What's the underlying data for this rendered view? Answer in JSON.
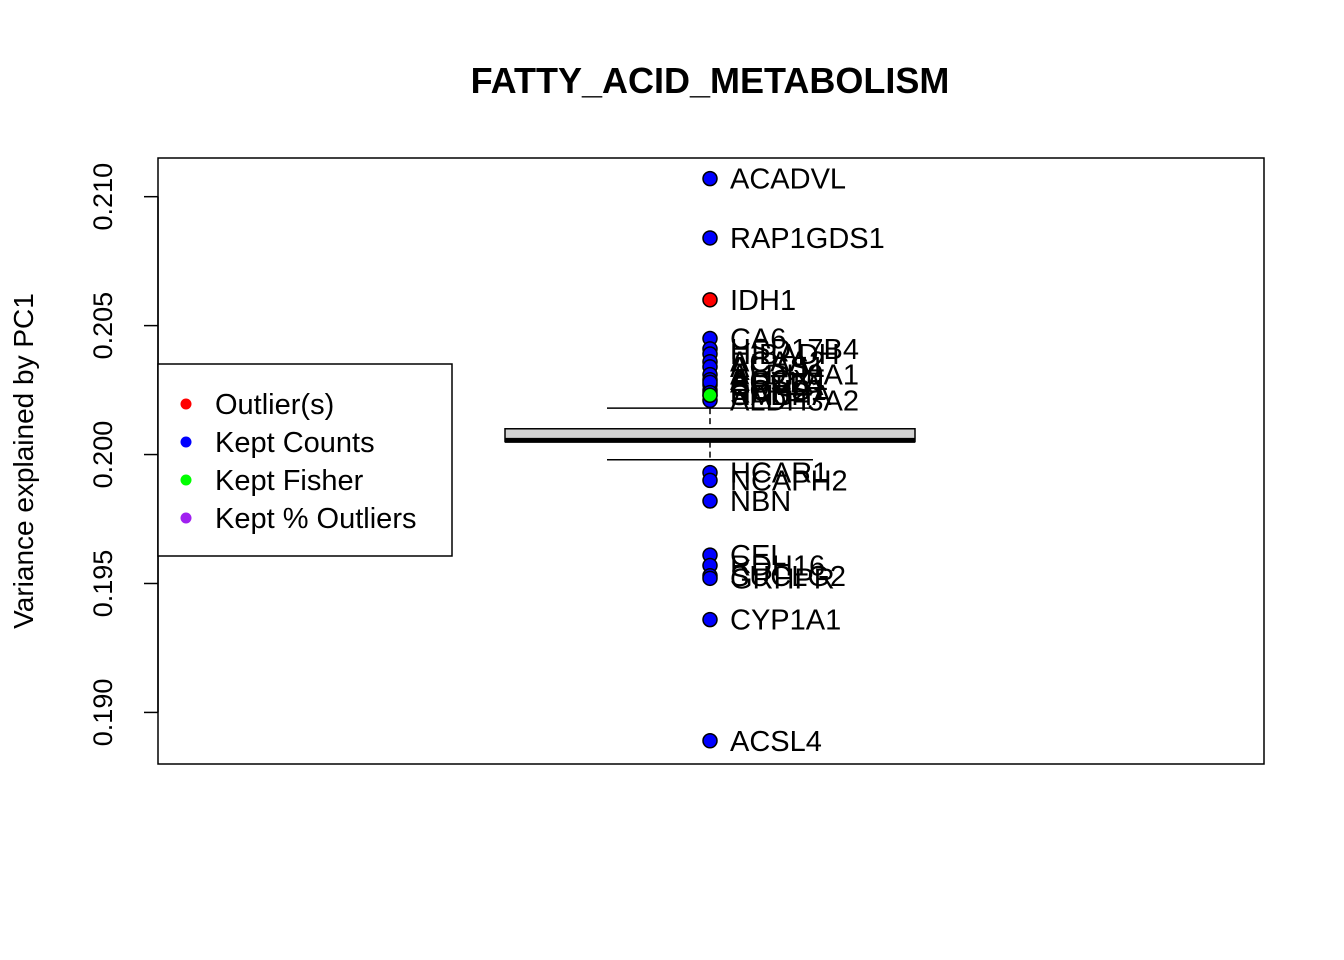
{
  "chart_data": {
    "type": "boxplot",
    "title": "FATTY_ACID_METABOLISM",
    "xlabel": "",
    "ylabel": "Variance explained by PC1",
    "ylim": [
      0.188,
      0.2115
    ],
    "y_ticks": [
      "0.190",
      "0.195",
      "0.200",
      "0.205",
      "0.210"
    ],
    "box": {
      "whisker_low": 0.1998,
      "q1": 0.2005,
      "median": 0.20055,
      "q3": 0.201,
      "whisker_high": 0.2018
    },
    "legend": {
      "position": "left",
      "entries": [
        {
          "label": "Outlier(s)",
          "color": "#ff0000"
        },
        {
          "label": "Kept Counts",
          "color": "#0000ff"
        },
        {
          "label": "Kept Fisher",
          "color": "#00ff00"
        },
        {
          "label": "Kept % Outliers",
          "color": "#a020f0"
        }
      ]
    },
    "points": [
      {
        "label": "ACADVL",
        "y": 0.2107,
        "color": "#0000ff"
      },
      {
        "label": "RAP1GDS1",
        "y": 0.2084,
        "color": "#0000ff"
      },
      {
        "label": "IDH1",
        "y": 0.206,
        "color": "#ff0000"
      },
      {
        "label": "CA6",
        "y": 0.2045,
        "color": "#0000ff"
      },
      {
        "label": "HSD17B4",
        "y": 0.2041,
        "color": "#0000ff"
      },
      {
        "label": "HIBADH",
        "y": 0.2039,
        "color": "#0000ff"
      },
      {
        "label": "ACAA2",
        "y": 0.2036,
        "color": "#0000ff"
      },
      {
        "label": "ACSS1",
        "y": 0.2034,
        "color": "#0000ff"
      },
      {
        "label": "ALDH9A1",
        "y": 0.2031,
        "color": "#0000ff"
      },
      {
        "label": "ACOX1",
        "y": 0.2029,
        "color": "#0000ff"
      },
      {
        "label": "CPT1A",
        "y": 0.2027,
        "color": "#0000ff"
      },
      {
        "label": "ECHS1",
        "y": 0.2025,
        "color": "#0000ff"
      },
      {
        "label": "HADHA",
        "y": 0.2023,
        "color": "#0000ff"
      },
      {
        "label": "ALDH3A2",
        "y": 0.2021,
        "color": "#0000ff"
      },
      {
        "label": "ACSL5",
        "y": 0.2028,
        "color": "#0000ff"
      },
      {
        "label": "RDH2",
        "y": 0.2024,
        "color": "#0000ff"
      },
      {
        "label": "SMS",
        "y": 0.2023,
        "color": "#00ff00"
      },
      {
        "label": "HCAR1",
        "y": 0.1993,
        "color": "#0000ff"
      },
      {
        "label": "NCAPH2",
        "y": 0.199,
        "color": "#0000ff"
      },
      {
        "label": "NBN",
        "y": 0.1982,
        "color": "#0000ff"
      },
      {
        "label": "CEL",
        "y": 0.1961,
        "color": "#0000ff"
      },
      {
        "label": "RDH16",
        "y": 0.1957,
        "color": "#0000ff"
      },
      {
        "label": "SUCLG2",
        "y": 0.1953,
        "color": "#0000ff"
      },
      {
        "label": "GRHPR",
        "y": 0.1952,
        "color": "#0000ff"
      },
      {
        "label": "CYP1A1",
        "y": 0.1936,
        "color": "#0000ff"
      },
      {
        "label": "ACSL4",
        "y": 0.1889,
        "color": "#0000ff"
      }
    ]
  }
}
